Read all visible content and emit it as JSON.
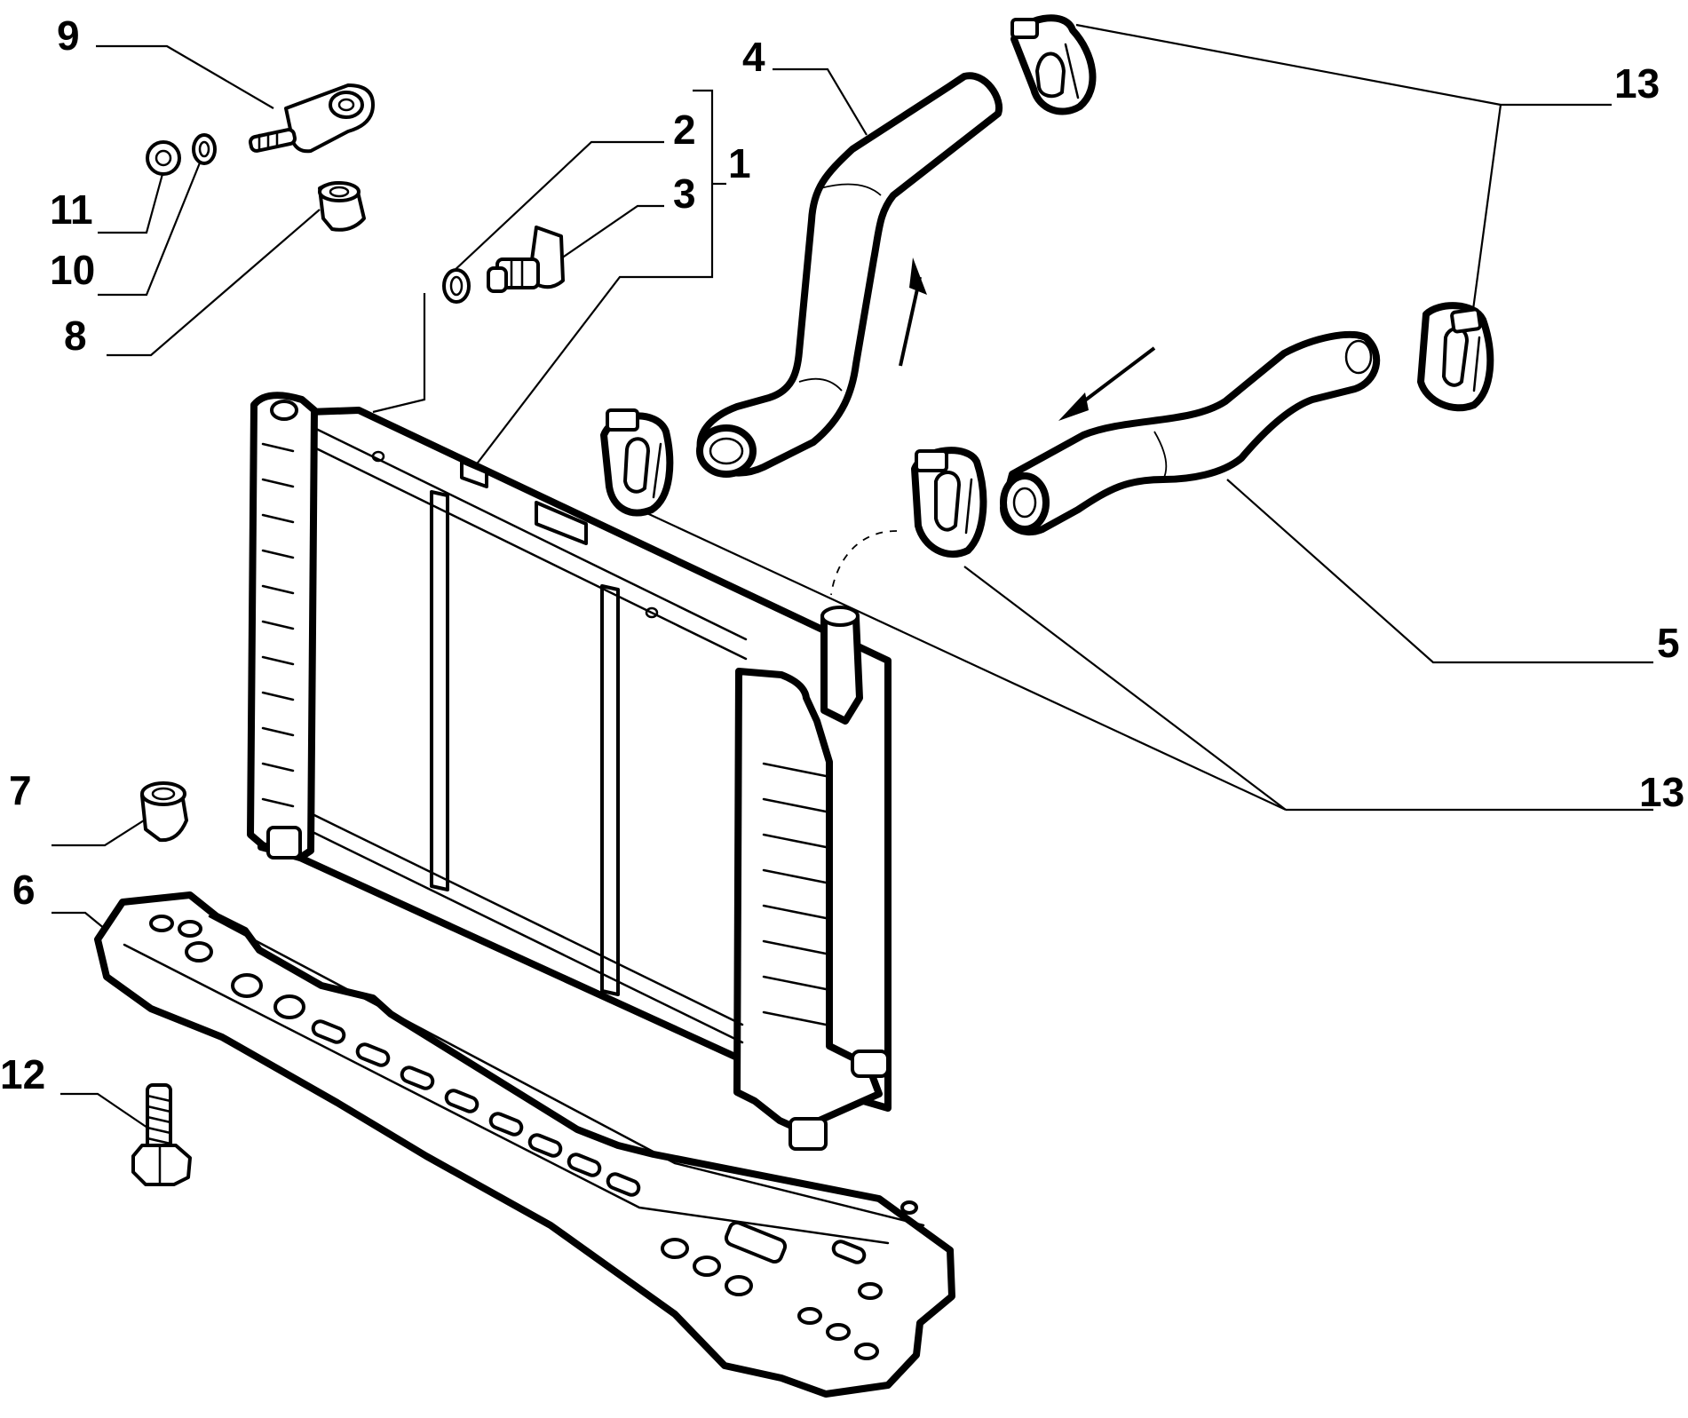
{
  "callouts": {
    "c1": "1",
    "c2": "2",
    "c3": "3",
    "c4": "4",
    "c5": "5",
    "c6": "6",
    "c7": "7",
    "c8": "8",
    "c9": "9",
    "c10": "10",
    "c11": "11",
    "c12": "12",
    "c13_top": "13",
    "c13_bottom": "13"
  },
  "parts": [
    {
      "ref": "1",
      "name": "radiator"
    },
    {
      "ref": "2",
      "name": "seal-ring"
    },
    {
      "ref": "3",
      "name": "drain-plug"
    },
    {
      "ref": "4",
      "name": "upper-hose"
    },
    {
      "ref": "5",
      "name": "lower-hose"
    },
    {
      "ref": "6",
      "name": "lower-crossmember"
    },
    {
      "ref": "7",
      "name": "rubber-mount"
    },
    {
      "ref": "8",
      "name": "rubber-mount"
    },
    {
      "ref": "9",
      "name": "bracket"
    },
    {
      "ref": "10",
      "name": "washer"
    },
    {
      "ref": "11",
      "name": "nut"
    },
    {
      "ref": "12",
      "name": "bolt"
    },
    {
      "ref": "13",
      "name": "hose-clamp"
    }
  ]
}
